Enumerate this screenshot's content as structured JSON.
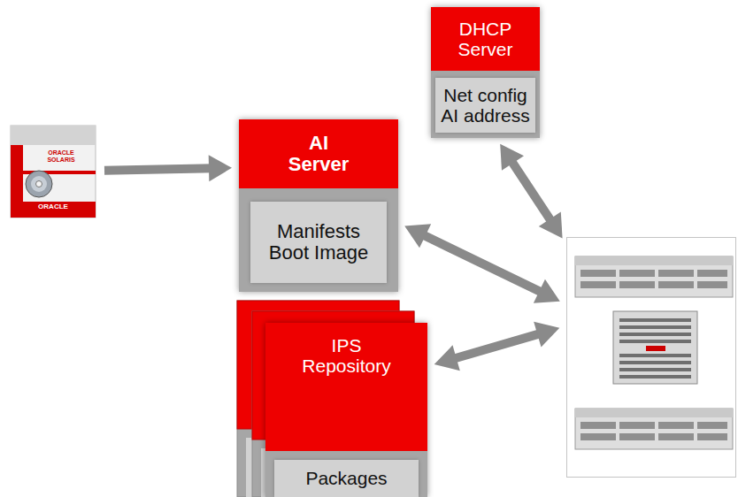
{
  "diagram": {
    "nodes": [
      {
        "text": [
          "ORACLE SOLARIS",
          "ORACLE"
        ]
      },
      {
        "text": [
          "AI Server"
        ]
      },
      {
        "text": [
          "Manifests Boot Image"
        ],
        "in": 1
      },
      {
        "text": [
          "DHCP Server"
        ]
      },
      {
        "text": [
          "Net config AI address"
        ],
        "in": 3
      },
      {
        "text": [
          "IPS Repository"
        ]
      },
      {
        "text": [
          "Packages"
        ],
        "in": 5
      },
      {
        "text": []
      }
    ],
    "edges": [
      {
        "from": 0,
        "to": 1,
        "arrow": "to"
      },
      {
        "from": 1,
        "to": 7,
        "arrow": "both"
      },
      {
        "from": 3,
        "to": 7,
        "arrow": "both"
      },
      {
        "from": 5,
        "to": 7,
        "arrow": "both"
      }
    ]
  }
}
